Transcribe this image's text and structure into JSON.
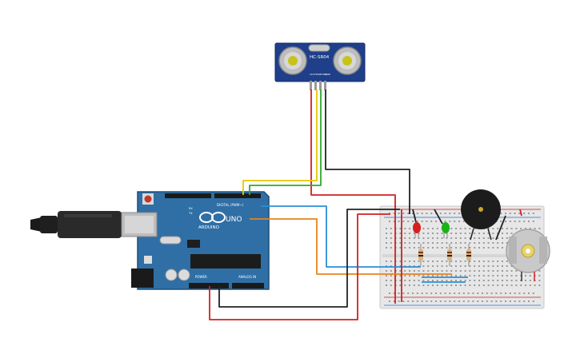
{
  "sensor": {
    "label": "HC-SR04",
    "pin_labels": [
      "VCC",
      "TRIG",
      "ECHO",
      "GND"
    ]
  },
  "arduino": {
    "brand": "ARDUINO",
    "model": "UNO",
    "digital_label": "DIGITAL (PWM~)",
    "power_label": "POWER",
    "analog_label": "ANALOG IN",
    "rx_label": "RX",
    "tx_label": "TX"
  },
  "wire_colors": {
    "red": "#d02020",
    "black": "#222222",
    "yellow": "#e8c800",
    "green": "#2eaa2e",
    "blue": "#2a8fd8",
    "orange": "#e6841c"
  },
  "components": [
    "arduino-uno",
    "hc-sr04-sensor",
    "breadboard",
    "red-led",
    "green-led",
    "resistor",
    "resistor",
    "resistor",
    "piezo-buzzer",
    "dc-motor",
    "usb-cable"
  ]
}
